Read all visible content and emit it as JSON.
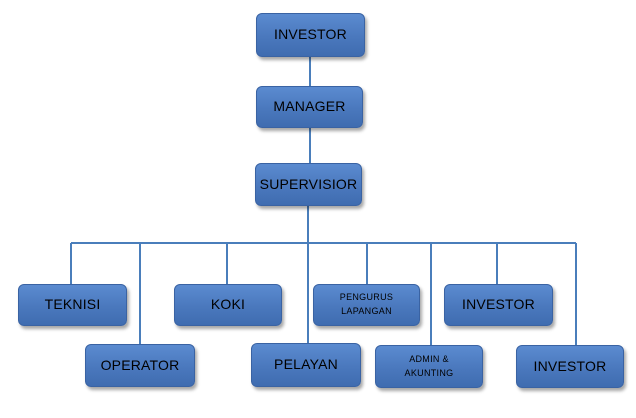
{
  "chart": {
    "colors": {
      "box_fill": "#4a78bd",
      "box_border": "#3a63a3",
      "connector": "#4a7ebb",
      "text": "#000000"
    },
    "top": {
      "investor": "INVESTOR",
      "manager": "MANAGER",
      "supervisior": "SUPERVISIOR"
    },
    "staff": {
      "teknisi": "TEKNISI",
      "operator": "OPERATOR",
      "koki": "KOKI",
      "pelayan": "PELAYAN",
      "pengurus_lapangan": [
        "PENGURUS",
        "LAPANGAN"
      ],
      "admin_akunting": [
        "ADMIN &",
        "AKUNTING"
      ],
      "investor_upper": "INVESTOR",
      "investor_lower": "INVESTOR"
    }
  }
}
